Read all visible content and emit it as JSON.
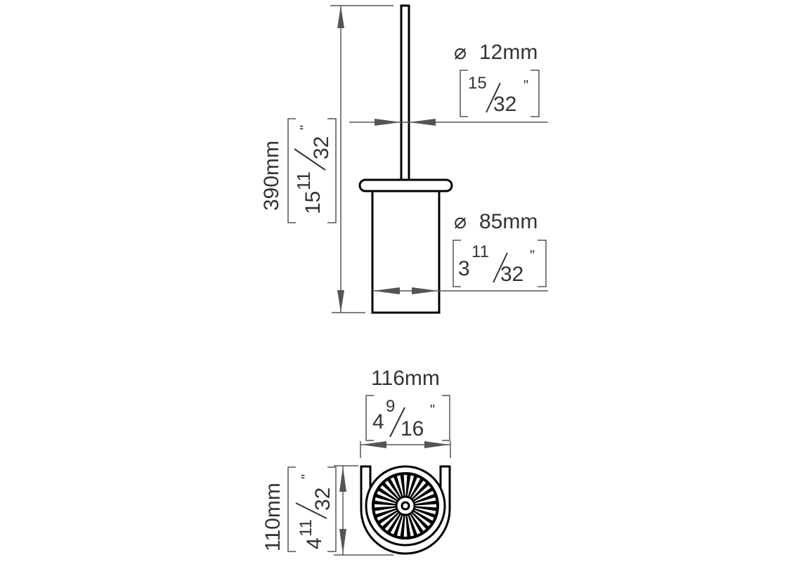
{
  "side_view": {
    "height": {
      "mm": "390mm",
      "whole": "15",
      "num": "11",
      "den": "32",
      "inch": "\""
    },
    "rod_diameter": {
      "symbol": "⌀",
      "mm": "12mm",
      "num": "15",
      "den": "32",
      "inch": "\""
    },
    "body_diameter": {
      "symbol": "⌀",
      "mm": "85mm",
      "whole": "3",
      "num": "11",
      "den": "32",
      "inch": "\""
    }
  },
  "top_view": {
    "width": {
      "mm": "116mm",
      "whole": "4",
      "num": "9",
      "den": "16",
      "inch": "\""
    },
    "depth": {
      "mm": "110mm",
      "whole": "4",
      "num": "11",
      "den": "32",
      "inch": "\""
    }
  }
}
